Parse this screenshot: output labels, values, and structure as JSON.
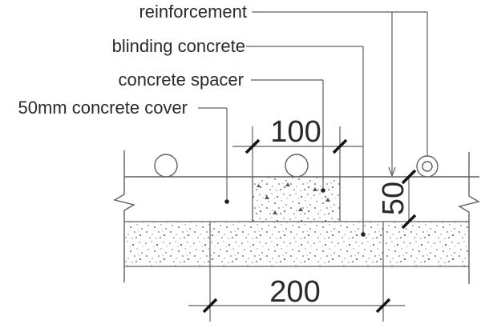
{
  "drawing": {
    "type": "construction-detail-section",
    "callouts": [
      {
        "label": "reinforcement"
      },
      {
        "label": "blinding concrete"
      },
      {
        "label": "concrete spacer"
      },
      {
        "label": "50mm concrete cover"
      }
    ],
    "dimensions": {
      "spacer_width": "100",
      "cover_depth": "50",
      "bottom_width": "200"
    },
    "colors": {
      "background": "#ffffff",
      "line": "#5f5f5f",
      "text": "#2a2a2a",
      "tick": "#141414",
      "stipple": "#4a4a4a"
    }
  }
}
